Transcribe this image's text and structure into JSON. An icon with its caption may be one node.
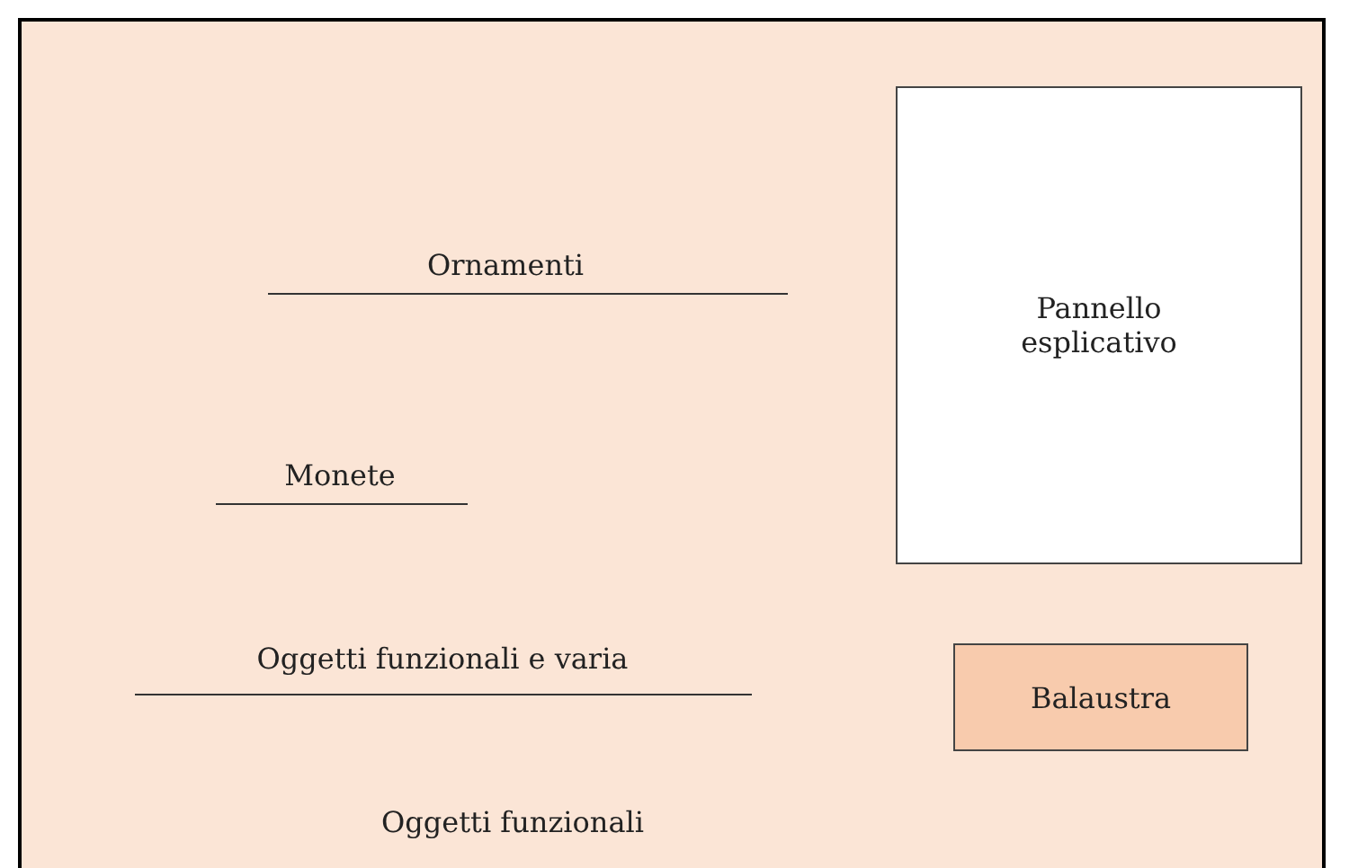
{
  "diagram": {
    "nodes": [
      {
        "text": [],
        "shape": "box"
      },
      {
        "text": [
          "Pannello esplicativo"
        ],
        "in": 0
      },
      {
        "text": [
          "Balaustra"
        ],
        "in": 0
      }
    ],
    "labels": [
      "Ornamenti",
      "Monete",
      "Oggetti funzionali e varia",
      "Oggetti funzionali"
    ]
  }
}
